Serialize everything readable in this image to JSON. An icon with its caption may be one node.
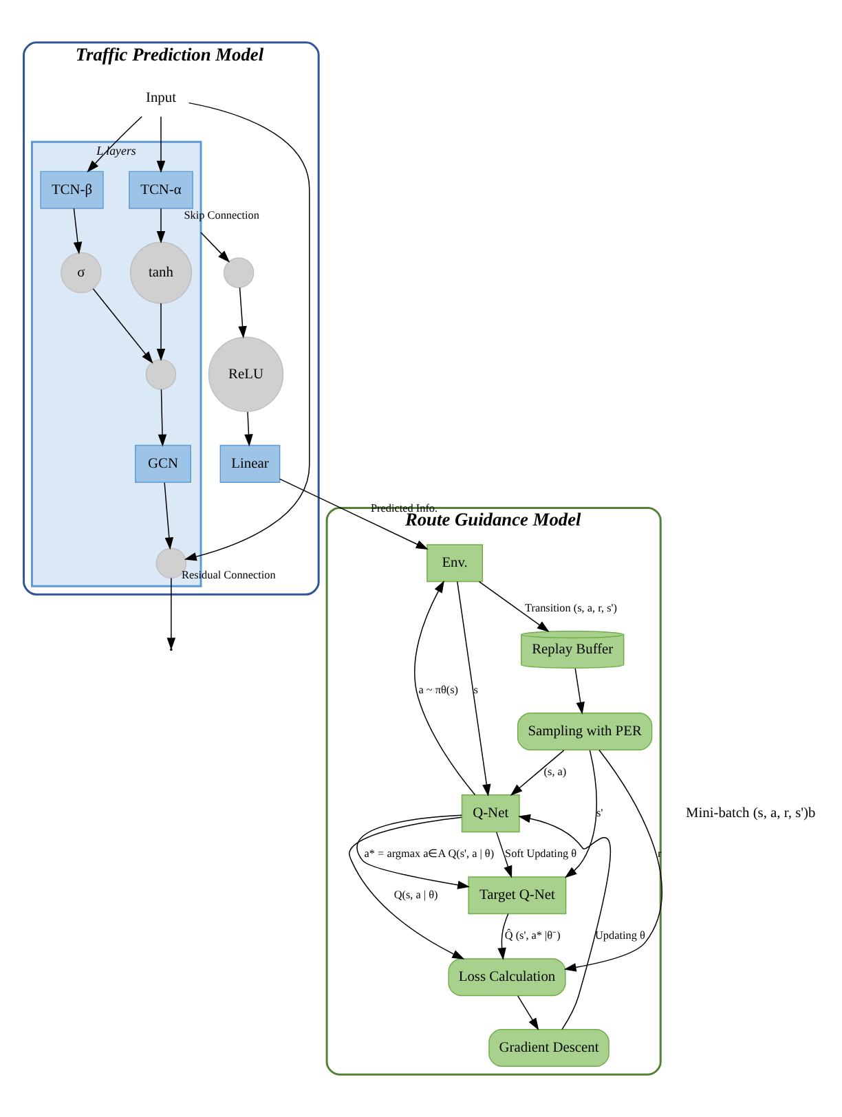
{
  "diagram": {
    "nodes": [
      {
        "text": [
          "Traffic Prediction Model"
        ]
      },
      {
        "text": [
          "L layers"
        ],
        "in": 0
      },
      {
        "text": [
          "Input"
        ],
        "in": 0
      },
      {
        "text": [
          "TCN-α"
        ],
        "in": 1
      },
      {
        "text": [
          "tanh"
        ],
        "in": 1
      },
      {
        "text": [
          "σ"
        ],
        "in": 1
      },
      {
        "text": [
          "TCN-β"
        ],
        "in": 1
      },
      {
        "text": [],
        "shape": "circle",
        "in": 1
      },
      {
        "text": [
          "GCN"
        ],
        "in": 1
      },
      {
        "text": [],
        "shape": "circle",
        "in": 1
      },
      {
        "text": [],
        "shape": "circle",
        "in": 0
      },
      {
        "text": [
          "ReLU"
        ],
        "in": 0
      },
      {
        "text": [
          "Linear"
        ],
        "in": 0
      },
      {
        "text": [
          "Route Guidance Model"
        ]
      },
      {
        "text": [
          "Env."
        ],
        "in": 13
      },
      {
        "text": [
          "Gradient Descent"
        ],
        "in": 13
      },
      {
        "text": [
          "Loss Calculation"
        ],
        "in": 13
      },
      {
        "text": [
          "Q-Net"
        ],
        "in": 13
      },
      {
        "text": [
          "Target Q-Net"
        ],
        "in": 13
      },
      {
        "text": [
          "Replay Buffer"
        ],
        "in": 13
      },
      {
        "text": [
          "Sampling with PER"
        ],
        "in": 13
      }
    ],
    "edges": [
      {
        "from": 2,
        "to": 3,
        "arrow": "to"
      },
      {
        "from": 2,
        "to": 6,
        "arrow": "to"
      },
      {
        "from": 3,
        "to": 4,
        "arrow": "to"
      },
      {
        "from": 6,
        "to": 5,
        "arrow": "to"
      },
      {
        "from": 4,
        "to": 7,
        "arrow": "to"
      },
      {
        "from": 5,
        "to": 7,
        "arrow": "to"
      },
      {
        "from": 7,
        "to": 8,
        "arrow": "to"
      },
      {
        "from": 8,
        "to": 9,
        "arrow": "to"
      },
      {
        "from": 2,
        "to": 9,
        "arrow": "to",
        "label": "Residual Connection"
      },
      {
        "from": 9,
        "to": null,
        "arrow": "to"
      },
      {
        "from": 1,
        "to": 10,
        "arrow": "to",
        "label": "Skip Connection"
      },
      {
        "from": 10,
        "to": 11,
        "arrow": "to"
      },
      {
        "from": 11,
        "to": 12,
        "arrow": "to"
      },
      {
        "from": 12,
        "to": 14,
        "arrow": "to",
        "label": "Predicted Info."
      },
      {
        "from": 17,
        "to": 14,
        "arrow": "to",
        "label": "a ~ πθ(s)"
      },
      {
        "from": 14,
        "to": 17,
        "arrow": "to",
        "label": "s"
      },
      {
        "from": 16,
        "to": 15,
        "arrow": "to"
      },
      {
        "from": 15,
        "to": 17,
        "arrow": "to",
        "label": "Updating θ"
      },
      {
        "from": 17,
        "to": 16,
        "arrow": "to",
        "label": "Q(s, a | θ)"
      },
      {
        "from": 17,
        "to": 18,
        "arrow": "to",
        "label": "Soft Updating θ"
      },
      {
        "from": 17,
        "to": 18,
        "arrow": "to",
        "label": "a* = argmax a∈A Q(s', a | θ)"
      },
      {
        "from": 18,
        "to": 16,
        "arrow": "to",
        "label": "Q̂ (s', a* |θ⁻)"
      },
      {
        "from": 14,
        "to": 19,
        "arrow": "to",
        "label": "Transition (s, a, r, s')"
      },
      {
        "from": 19,
        "to": 20,
        "arrow": "to"
      },
      {
        "from": 20,
        "to": 17,
        "arrow": "to",
        "label": "(s, a)"
      },
      {
        "from": 20,
        "to": 18,
        "arrow": "to",
        "label": "s'"
      },
      {
        "from": 20,
        "to": 16,
        "arrow": "to",
        "label": "r"
      }
    ],
    "labels": [
      "Mini-batch (s, a, r, s')b"
    ]
  }
}
